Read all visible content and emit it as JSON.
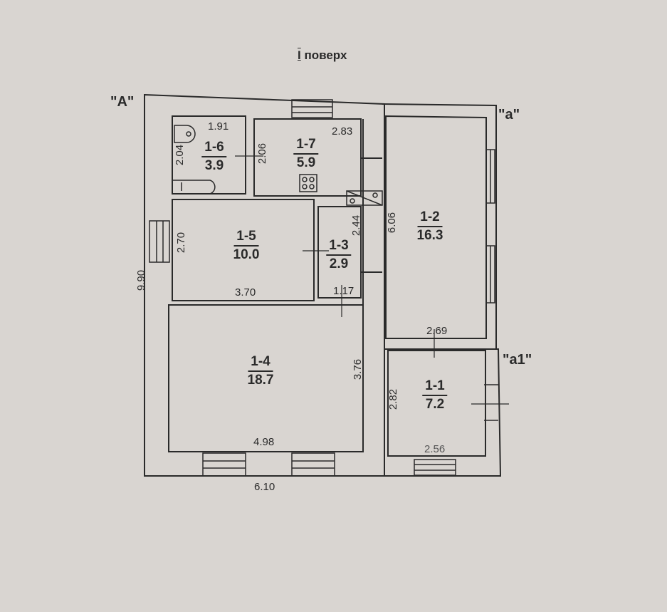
{
  "title": {
    "roman": "I",
    "text": "поверх"
  },
  "labels": {
    "A": "\"A\"",
    "a": "\"a\"",
    "a1": "\"a1\""
  },
  "rooms": [
    {
      "id": "1-1",
      "area": "7.2"
    },
    {
      "id": "1-2",
      "area": "16.3"
    },
    {
      "id": "1-3",
      "area": "2.9"
    },
    {
      "id": "1-4",
      "area": "18.7"
    },
    {
      "id": "1-5",
      "area": "10.0"
    },
    {
      "id": "1-6",
      "area": "3.9"
    },
    {
      "id": "1-7",
      "area": "5.9"
    }
  ],
  "dimensions": {
    "d191": "1.91",
    "d204": "2.04",
    "d206": "2.06",
    "d283": "2.83",
    "d270": "2.70",
    "d370": "3.70",
    "d244": "2.44",
    "d117": "1.17",
    "d606": "6.06",
    "d269": "2.69",
    "d990": "9.90",
    "d376": "3.76",
    "d498": "4.98",
    "d282": "2.82",
    "d256": "2.56",
    "d610": "6.10"
  }
}
